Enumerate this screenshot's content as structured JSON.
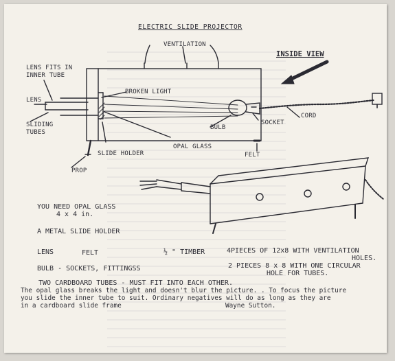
{
  "title": "ELECTRIC SLIDE PROJECTOR",
  "inside_view": "INSIDE VIEW",
  "labels": {
    "ventilation": "VENTILATION",
    "lens_fits_line1": "LENS FITS IN",
    "lens_fits_line2": "INNER TUBE",
    "lens": "LENS",
    "broken_light": "BROKEN LIGHT",
    "sliding_line1": "SLIDING",
    "sliding_line2": "TUBES",
    "bulb": "BULB",
    "socket": "SOCKET",
    "cord": "CORD",
    "slide_holder": "SLIDE HOLDER",
    "opal_glass": "OPAL GLASS",
    "felt": "FELT",
    "prop": "PROP"
  },
  "materials": {
    "opal_line1": "YOU NEED OPAL GLASS",
    "opal_line2": "4 x 4 in.",
    "slide_holder": "A METAL SLIDE HOLDER",
    "lens": "LENS",
    "felt": "FELT",
    "timber": "½ \" TIMBER",
    "pieces_line1": "4PIECES OF 12x8 WITH VENTILATION",
    "pieces_line2": "HOLES.",
    "pieces_line3": "2 PIECES 8 x 8 WITH ONE CIRCULAR",
    "pieces_line4": "HOLE FOR TUBES.",
    "bulb": "BULB - SOCKETS, FITTINGSS"
  },
  "notes": {
    "tubes": "TWO CARDBOARD TUBES - MUST FIT INTO EACH OTHER.",
    "line1": "The opal glass breaks the light and doesn't blur the picture. . To focus the picture",
    "line2": "you slide the inner tube to suit.  Ordinary negatives will do as long as they are",
    "line3": "in a cardboard slide frame",
    "author": "Wayne Sutton."
  }
}
